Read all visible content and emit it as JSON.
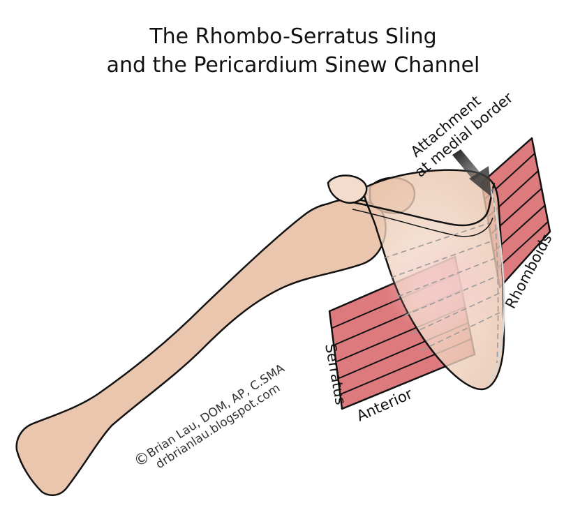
{
  "title": {
    "line1": "The Rhombo-Serratus Sling",
    "line2": "and the Pericardium Sinew Channel"
  },
  "labels": {
    "attachment_line1": "Attachment",
    "attachment_line2": "at medial border",
    "rhomboids": "Rhomboids",
    "serratus": "Serratus",
    "anterior": "Anterior"
  },
  "copyright": {
    "symbol": "©",
    "line1": "Brian Lau, DOM, AP, C.SMA",
    "line2": "drbrianlau.blogspot.com"
  },
  "colors": {
    "bone": "#e9c6ad",
    "bone_light": "#f3dccb",
    "muscle": "#dd7a7d",
    "muscle_light": "#e89b9d",
    "outline": "#111111",
    "arrow": "#2b2b2b"
  }
}
